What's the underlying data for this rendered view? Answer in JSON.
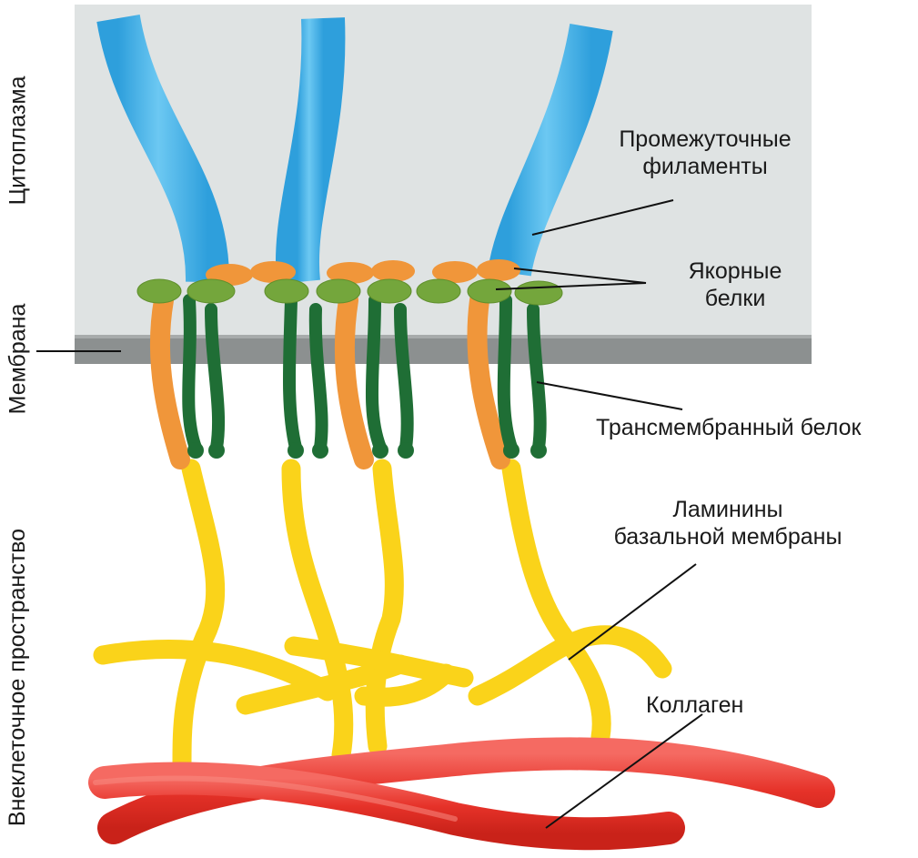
{
  "side_labels": {
    "cytoplasm": "Цитоплазма",
    "membrane": "Мембрана",
    "extracellular": "Внеклеточное пространство"
  },
  "labels": {
    "intermediate_filaments": [
      "Промежуточные",
      "филаменты"
    ],
    "anchor_proteins": [
      "Якорные",
      "белки"
    ],
    "transmembrane_protein": "Трансмембранный белок",
    "laminins": [
      "Ламинины",
      "базальной мембраны"
    ],
    "collagen": "Коллаген"
  },
  "colors": {
    "cytoplasm_bg": "#dfe3e3",
    "membrane": "#8c9090",
    "filament": "#45b5ea",
    "anchor_orange": "#f0963a",
    "anchor_green": "#74a63c",
    "transmembrane": "#1f6e35",
    "laminin": "#fad31a",
    "collagen": "#ee3b34"
  }
}
